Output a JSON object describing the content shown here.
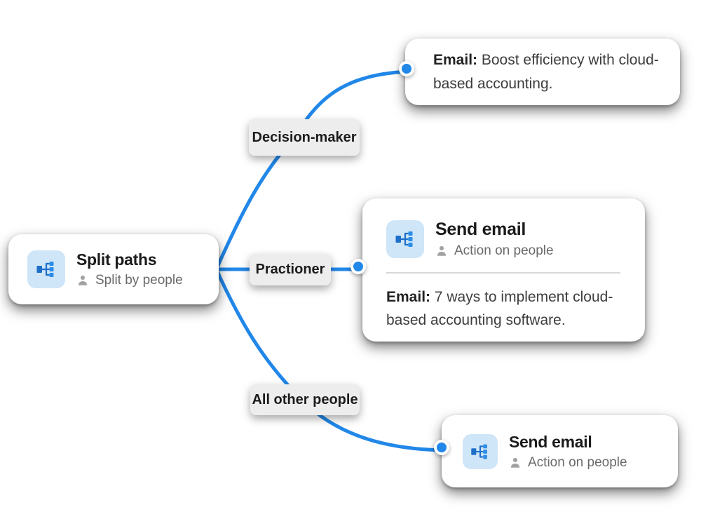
{
  "colors": {
    "accent": "#2187E8",
    "icon_bg": "#CFE5F8",
    "icon_dark": "#1D6FC8",
    "icon_light": "#2B8DE8",
    "label_bg": "#EDEDED",
    "title_text": "#1B1B1B",
    "subtitle_text": "#6A6A6A",
    "body_text": "#3D3D3D",
    "person_icon": "#A2A2A2",
    "divider": "#D8D8D8"
  },
  "split_node": {
    "title": "Split paths",
    "subtitle": "Split by people"
  },
  "branches": {
    "decision_maker": {
      "label": "Decision-maker"
    },
    "practioner": {
      "label": "Practioner"
    },
    "all_other": {
      "label": "All other people"
    }
  },
  "cards": {
    "decision_email": {
      "lead": "Email:",
      "body": "Boost efficiency with cloud-based accounting."
    },
    "practioner_send": {
      "title": "Send email",
      "subtitle": "Action on people",
      "lead": "Email:",
      "body": "7 ways to implement cloud-based accounting software."
    },
    "all_other_send": {
      "title": "Send email",
      "subtitle": "Action on people"
    }
  }
}
